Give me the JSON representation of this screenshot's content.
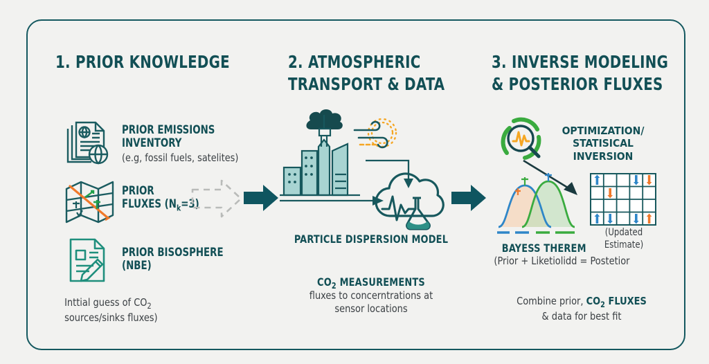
{
  "figure": {
    "background_color": "#f2f2f0",
    "frame_color": "#14585f",
    "teal": "#124f55",
    "green": "#2fa34a",
    "orange": "#f07e26",
    "blue": "#2e86c8",
    "gray_text": "#3b4044"
  },
  "columns": [
    {
      "id": "prior-knowledge",
      "title": "1. PRIOR KNOWLEDGE",
      "items": [
        {
          "icon": "documents-globe-icon",
          "label": "PRIOR EMISSIONS\nINVENTORY",
          "sub": "(e.g, fossil fuels, satelites)"
        },
        {
          "icon": "folded-map-icon",
          "label": "PRIOR\nFLUXES (N",
          "label_sub": "k",
          "label_tail": "=3)",
          "sub": ""
        },
        {
          "icon": "document-pencil-icon",
          "label": "PRIOR BISOSPHERE\n(NBE)",
          "sub": ""
        }
      ],
      "caption": "Inttial guess of CO",
      "caption_sub": "2",
      "caption_rest": "\nsources/sinks fluxes)"
    },
    {
      "id": "atmospheric-transport",
      "title": "2. ATMOSPHERIC\nTRANSPORT & DATA",
      "icons": [
        "city-smokestack-icon",
        "sun-wind-icon",
        "cloud-flask-waveform-icon"
      ],
      "model_label": "PARTICLE DISPERSION MODEL",
      "measurement_title": "CO",
      "measurement_title_sub": "2",
      "measurement_title_rest": " MEASUREMENTS",
      "measurement_caption": "fluxes to concerntrations at\nsensor locations"
    },
    {
      "id": "inverse-modeling",
      "title": "3. INVERSE MODELING\n& POSTERIOR FLUXES",
      "optimization_icon": "magnifier-waveform-icon",
      "optimization_label": "OPTIMIZATION/\nSTATISICAL\nINVERSION",
      "distribution_icon": "two-gaussian-curves",
      "grid_icon": "arrow-grid-icon",
      "grid_caption": "(Updated Estimate)",
      "bayes_title": "BAYESS THEREM",
      "bayes_formula": "(Prior + Liketiolidd = Postetior",
      "caption_pre": "Combine prior, ",
      "caption_strong": "CO",
      "caption_strong_sub": "2",
      "caption_strong_rest": " FLUXES",
      "caption_post": "\n& data for best fit"
    }
  ],
  "connectors": [
    {
      "name": "dashed-arrow",
      "style": "dashed",
      "color": "#b3b6b4"
    },
    {
      "name": "solid-arrow-1",
      "style": "solid",
      "color": "#14585f"
    },
    {
      "name": "solid-arrow-2",
      "style": "solid",
      "color": "#14585f"
    }
  ],
  "grid_cells": [
    [
      "up-blue",
      "empty",
      "empty",
      "down-blue",
      "down-orange"
    ],
    [
      "empty",
      "down-orange",
      "empty",
      "empty",
      "empty"
    ],
    [
      "empty",
      "empty",
      "empty",
      "empty",
      "empty"
    ],
    [
      "up-blue",
      "down-blue",
      "empty",
      "down-blue",
      "up-orange"
    ]
  ]
}
